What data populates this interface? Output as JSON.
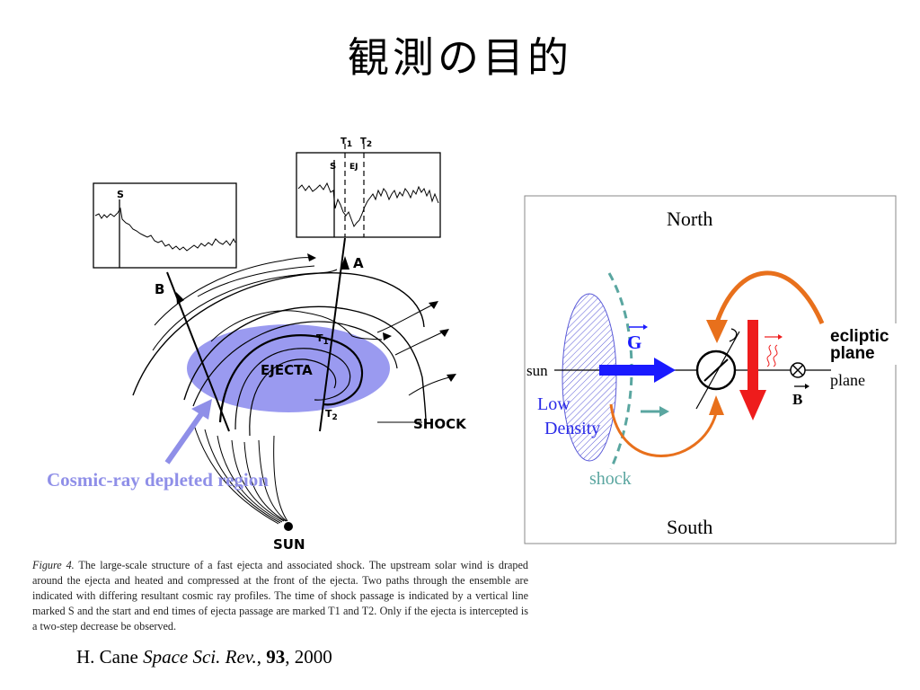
{
  "slide": {
    "title": "観測の目的"
  },
  "left_figure": {
    "panel_b": {
      "marker": "S"
    },
    "panel_a": {
      "marker_t1": "T",
      "marker_t1_sub": "1",
      "marker_t2": "T",
      "marker_t2_sub": "2",
      "marker_s": "S",
      "marker_ej": "EJ"
    },
    "path_labels": {
      "a": "A",
      "b": "B"
    },
    "ejecta_label": "EJECTA",
    "t1_label": "T",
    "t1_sub": "1",
    "t2_label": "T",
    "t2_sub": "2",
    "shock_label": "SHOCK",
    "sun_label": "SUN",
    "cosmic_label": "Cosmic-ray depleted region",
    "colors": {
      "ejecta_fill": "#8f8fee",
      "cosmic_text": "#8f8fe8",
      "arrow": "#8f8fe8"
    }
  },
  "caption": {
    "label": "Figure 4.",
    "text": "The large-scale structure of a fast ejecta and associated shock. The upstream solar wind is draped around the ejecta and heated and compressed at the front of the ejecta. Two paths through the ensemble are indicated with differing resultant cosmic ray profiles. The time of shock passage is indicated by a vertical line marked S and the start and end times of ejecta passage are marked T1 and T2. Only if the ejecta is intercepted is a two-step decrease be observed."
  },
  "citation": {
    "author": "H. Cane",
    "journal": "Space Sci. Rev.",
    "sep1": ", ",
    "volume": "93",
    "year": ", 2000"
  },
  "right_figure": {
    "north": "North",
    "south": "South",
    "sun": "sun",
    "low": "Low",
    "density": "Density",
    "shock": "shock",
    "g_label": "G",
    "b_label": "B",
    "ecliptic_line1": "ecliptic",
    "ecliptic_line2": "plane",
    "plane_behind": "plane",
    "colors": {
      "g_arrow": "#1a1aff",
      "red_arrow": "#ee1c1c",
      "orange_arrow": "#e8701c",
      "shock_line": "#5aa6a0",
      "low_density": "#2a2ae8"
    }
  }
}
